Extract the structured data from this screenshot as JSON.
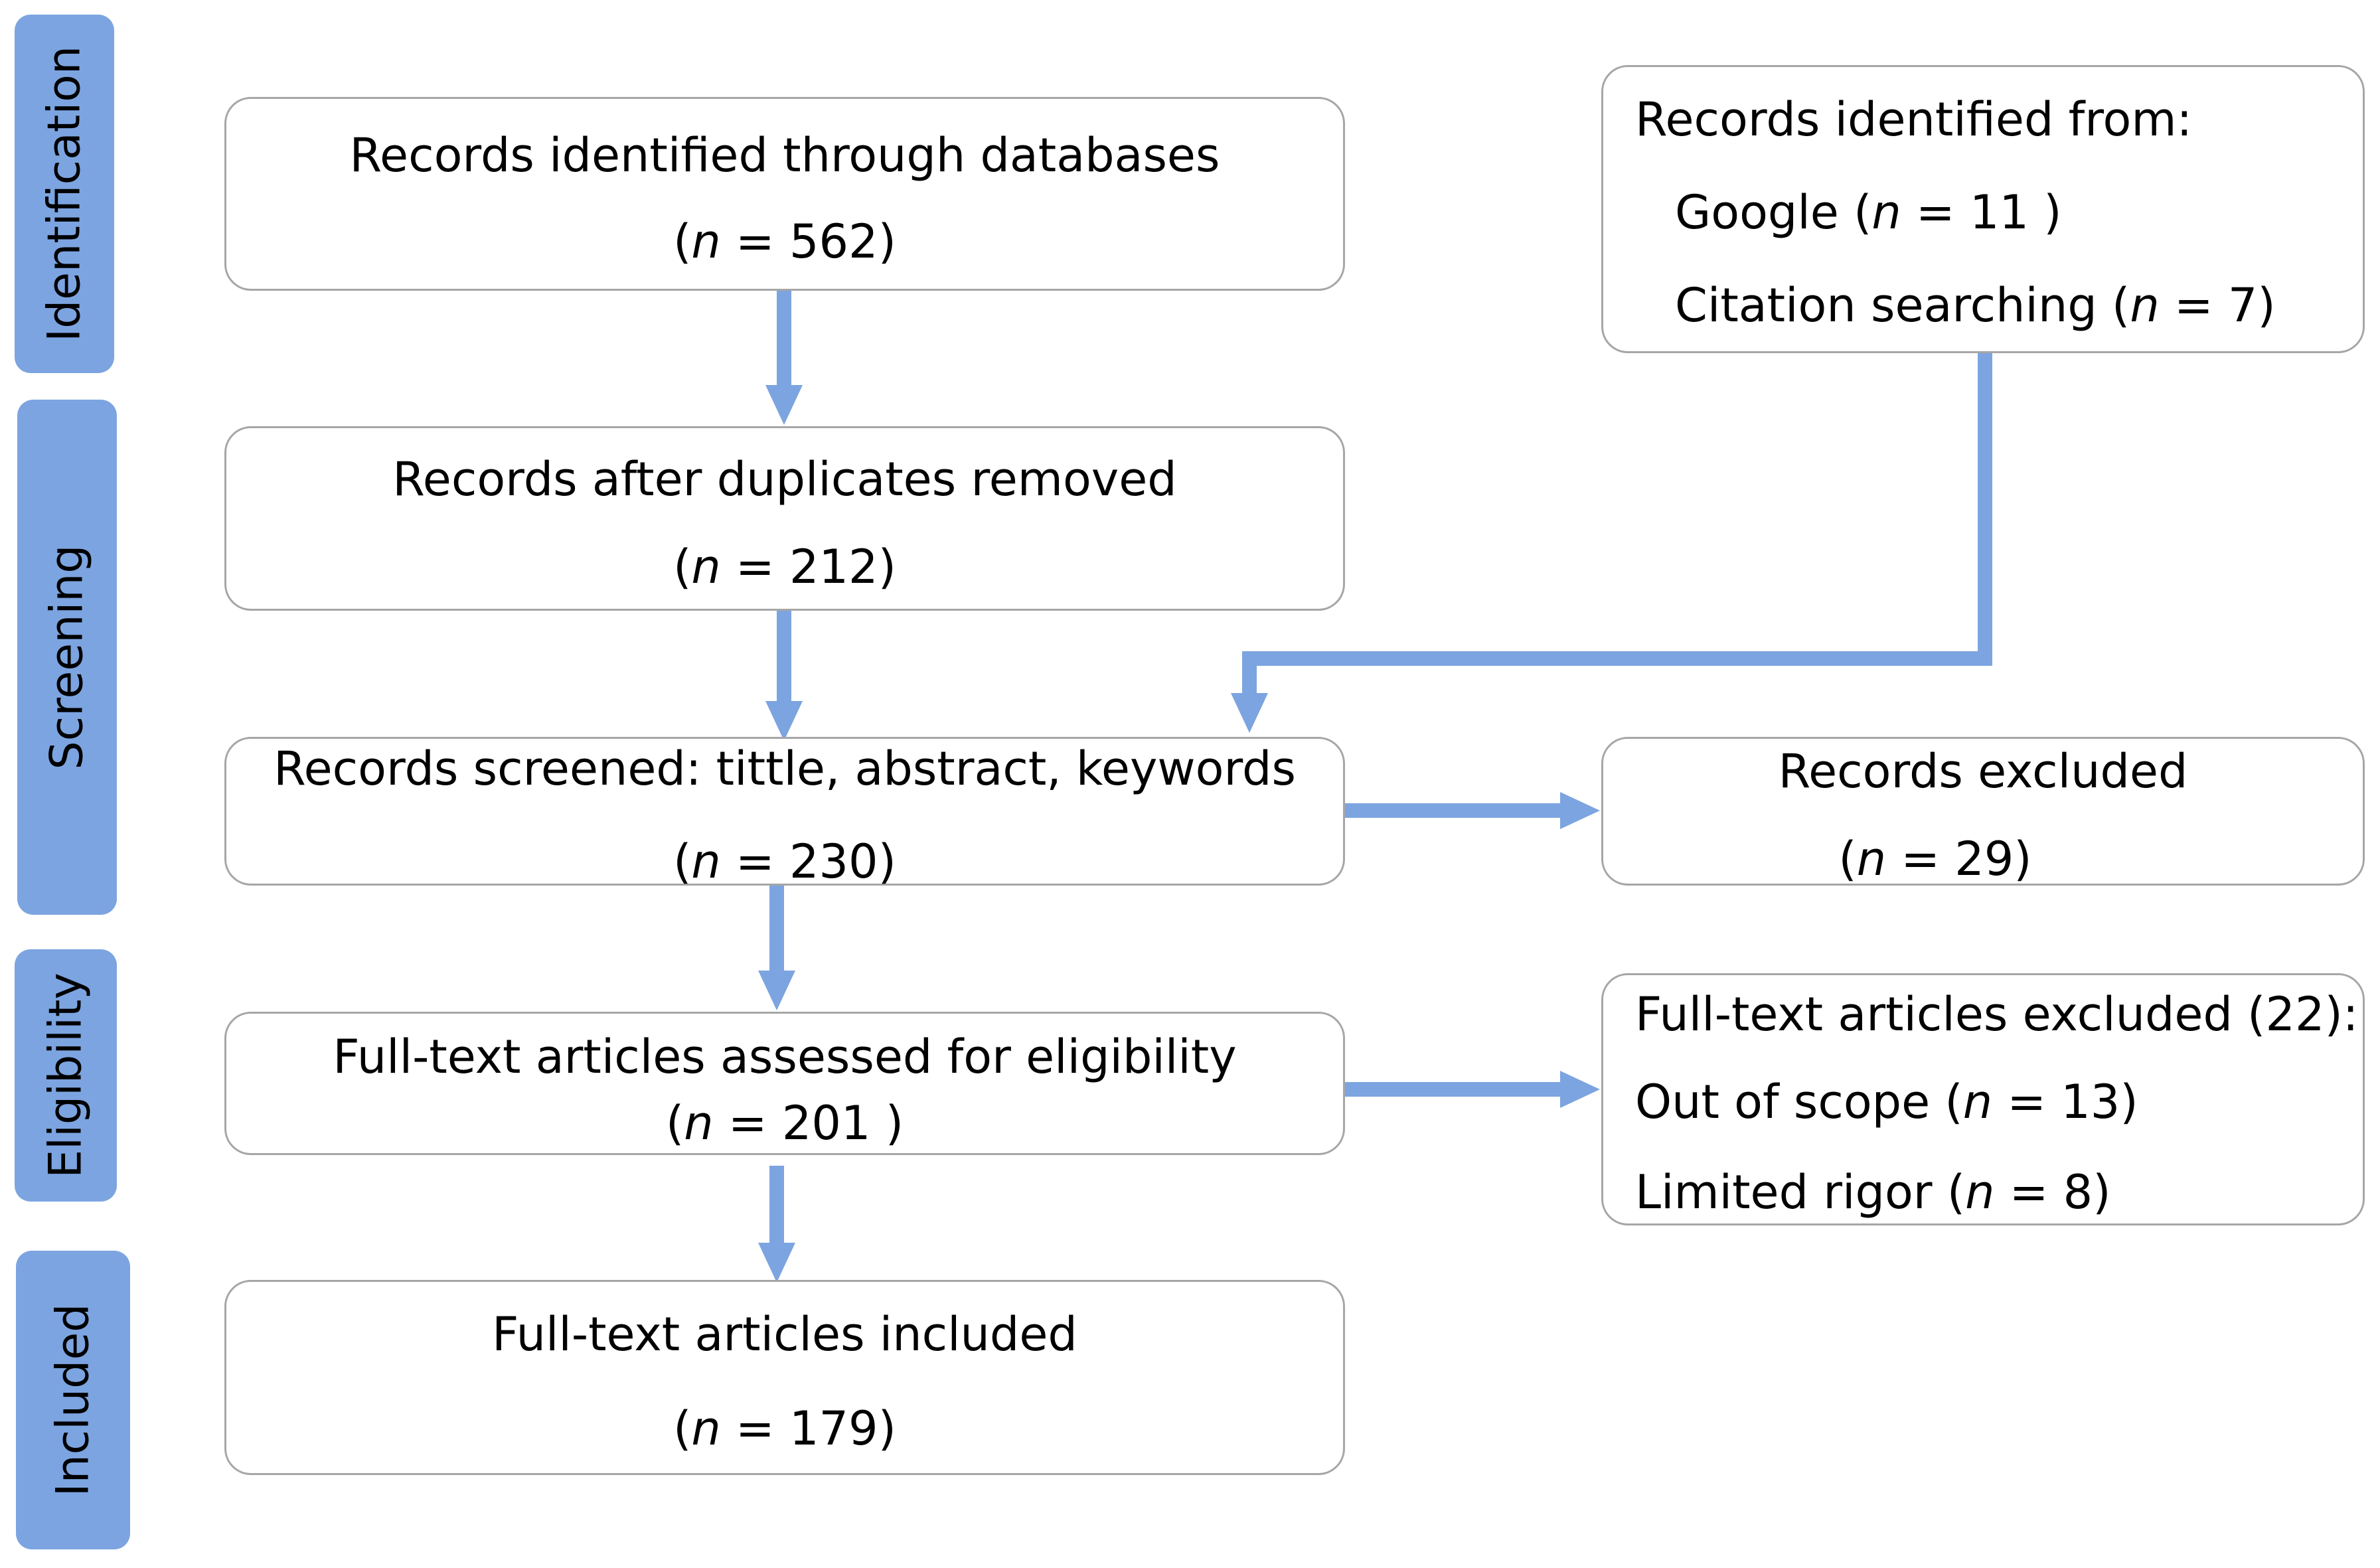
{
  "phases": {
    "identification": "Identification",
    "screening": "Screening",
    "eligibility": "Eligibility",
    "included": "Included"
  },
  "n_label": "n",
  "boxes": {
    "databases": {
      "title": "Records identified through databases",
      "count": "562"
    },
    "other_sources": {
      "title": "Records identified from:",
      "google_label": "Google",
      "google_count": "11",
      "citation_label": "Citation searching",
      "citation_count": "7"
    },
    "duplicates_removed": {
      "title": "Records after duplicates removed",
      "count": "212"
    },
    "screened": {
      "title": "Records screened: tittle, abstract, keywords",
      "count": "230"
    },
    "excluded": {
      "title": "Records excluded",
      "count": "29"
    },
    "eligibility": {
      "title": "Full-text articles assessed for eligibility",
      "count": "201"
    },
    "fulltext_excluded": {
      "title": "Full-text articles excluded (22):",
      "scope_label": "Out of scope",
      "scope_count": "13",
      "rigor_label": "Limited rigor",
      "rigor_count": "8"
    },
    "included": {
      "title": "Full-text articles included",
      "count": "179"
    }
  },
  "colors": {
    "phase_fill": "#7ca4e0",
    "arrow": "#7ca4e0",
    "box_border": "#a6a6a6"
  }
}
